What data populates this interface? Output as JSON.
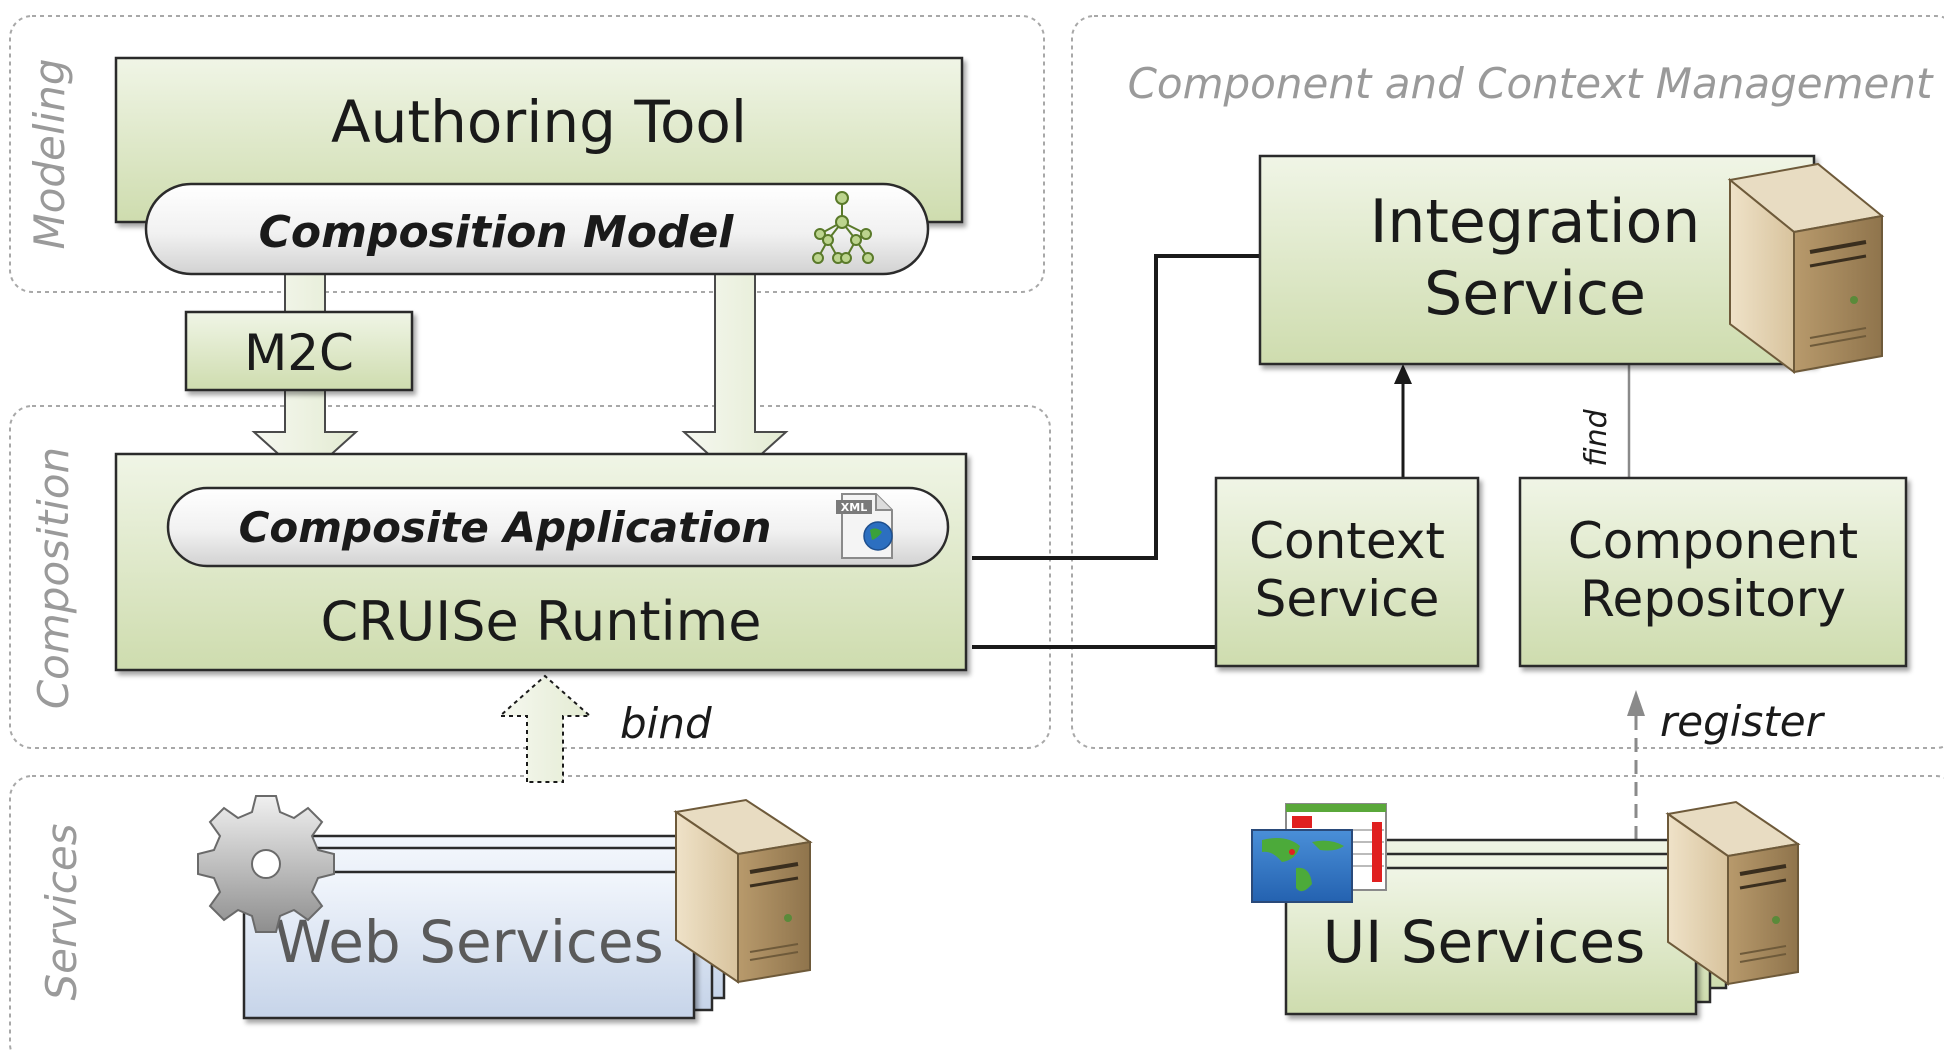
{
  "regions": {
    "modeling": "Modeling",
    "composition": "Composition",
    "services": "Services",
    "management": "Component and Context Management"
  },
  "boxes": {
    "authoring_tool": "Authoring Tool",
    "composition_model": "Composition Model",
    "m2c": "M2C",
    "composite_application": "Composite Application",
    "cruise_runtime": "CRUISe Runtime",
    "integration_service": [
      "Integration",
      "Service"
    ],
    "context_service": [
      "Context",
      "Service"
    ],
    "component_repository": [
      "Component",
      "Repository"
    ],
    "web_services": "Web Services",
    "ui_services": "UI Services"
  },
  "edge_labels": {
    "bind": "bind",
    "find": "find",
    "register": "register"
  },
  "icons": {
    "xml_doc": "XML",
    "tree": "tree-icon",
    "gear": "gear-icon",
    "server": "server-icon",
    "map_window": "map-window-icon"
  },
  "colors": {
    "green_fill_top": "#eef3e3",
    "green_fill_bottom": "#cfddb0",
    "blue_fill_top": "#eef3fb",
    "blue_fill_bottom": "#c8d6ea",
    "region_label": "#9a9a9a",
    "region_border": "#a8a8a8"
  }
}
